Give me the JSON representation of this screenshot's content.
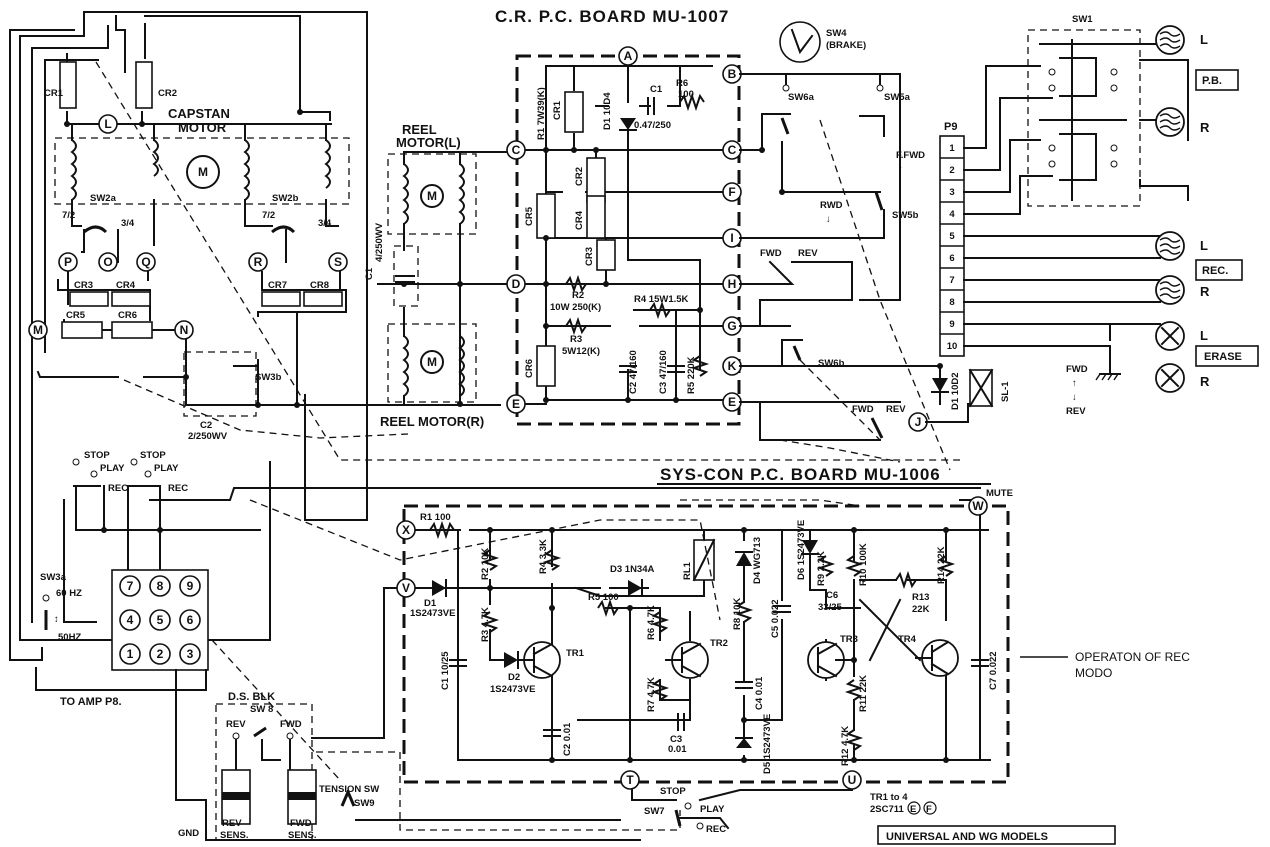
{
  "titles": {
    "cr_board": "C.R. P.C. BOARD MU-1007",
    "syscon_board": "SYS-CON P.C. BOARD MU-1006",
    "universal": "UNIVERSAL AND WG MODELS",
    "capstan_motor": "CAPSTAN MOTOR",
    "reel_motor_l": "REEL MOTOR(L)",
    "reel_motor_r": "REEL MOTOR(R)",
    "note": "OPERATON OF REC MODO",
    "to_amp": "TO AMP P8.",
    "ds_blk": "D.S. BLK",
    "tension": "TENSION SW",
    "tr_types": "TR1 to 4 2SC711"
  },
  "nodes": [
    "A",
    "B",
    "C",
    "D",
    "E",
    "F",
    "G",
    "H",
    "I",
    "J",
    "K",
    "L",
    "M",
    "N",
    "O",
    "P",
    "Q",
    "R",
    "S",
    "T",
    "U",
    "V",
    "W",
    "X"
  ],
  "components": {
    "cr_board": [
      "R1 7W39(K)",
      "CR1",
      "D1 10D4",
      "C1 0.47/250",
      "R6 100",
      "CR2",
      "CR4",
      "CR5",
      "CR3",
      "R2 10W 250(K)",
      "R3 5W12(K)",
      "R4 15W1.5K",
      "CR6",
      "C2 47/160",
      "C3 47/160",
      "R5 220K"
    ],
    "syscon_board": [
      "R1 100",
      "R2 10K",
      "R3 4.7K",
      "R4 3.3K",
      "R5 100",
      "R6 4.7K",
      "R7 4.7K",
      "R8 10K",
      "R9 2.2K",
      "R10 100K",
      "R11 22K",
      "R12 4.7K",
      "R13 22K",
      "R14 22K",
      "D1 1S2473VE",
      "D2 1S2473VE",
      "D3 1N34A",
      "D4 WG713",
      "D5 1S2473VE",
      "D6 1S2473VE",
      "C1 10/25",
      "C2 0.01",
      "C3 0.01",
      "C4 0.01",
      "C5 0.022",
      "C6 33/25",
      "C7 0.022",
      "RL1",
      "TR1",
      "TR2",
      "TR3",
      "TR4"
    ],
    "capstan": [
      "SW2a",
      "SW2b",
      "CR3",
      "CR4",
      "CR5",
      "CR6",
      "CR7",
      "CR8",
      "C2 2/250WV",
      "SW3b",
      "CR1",
      "CR2"
    ],
    "misc": [
      "C1 4/250WV",
      "SW4 (BRAKE)",
      "SW6a",
      "SW5a",
      "F.FWD",
      "RWD",
      "SW5b",
      "FWD",
      "REV",
      "SW6b",
      "D1 10D2",
      "SL-1",
      "SW1",
      "P9",
      "SW3a",
      "60 HZ",
      "50HZ",
      "SW8",
      "REV SENS.",
      "FWD SENS.",
      "SW9",
      "SW7",
      "STOP",
      "PLAY",
      "REC",
      "MUTE",
      "GND"
    ]
  },
  "connector_p9": [
    "1",
    "2",
    "3",
    "4",
    "5",
    "6",
    "7",
    "8",
    "9",
    "10"
  ],
  "heads": [
    {
      "group": "P.B.",
      "channels": [
        "L",
        "R"
      ]
    },
    {
      "group": "REC.",
      "channels": [
        "L",
        "R"
      ]
    },
    {
      "group": "ERASE",
      "channels": [
        "L",
        "R"
      ]
    }
  ],
  "fwd_rev": {
    "fwd": "FWD",
    "rev": "REV"
  },
  "sw3_terminals": [
    "7",
    "8",
    "9",
    "4",
    "5",
    "6",
    "1",
    "2",
    "3"
  ],
  "sw2_pins": {
    "a": [
      "7/2",
      "3/4"
    ],
    "b": [
      "7/2",
      "3/4"
    ]
  },
  "mode_switch": {
    "stop": "STOP",
    "play": "PLAY",
    "rec": "REC"
  },
  "motor_symbol": "M",
  "emitter_marks": [
    "E",
    "F"
  ]
}
